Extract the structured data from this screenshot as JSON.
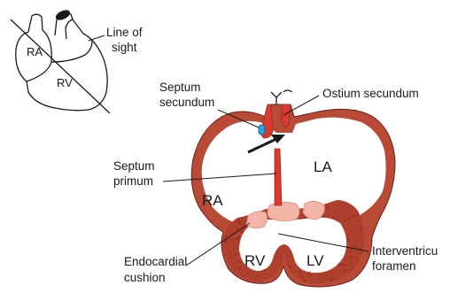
{
  "colors": {
    "wall": "#b94a36",
    "wall_dark": "#8f2f22",
    "cushion": "#f3b5a8",
    "septum": "#d83a2e",
    "blue_marker": "#2aa6dc",
    "ink": "#1a1a1a"
  },
  "inset": {
    "label_ra": "RA",
    "label_rv": "RV",
    "line_of_sight_1": "Line of",
    "line_of_sight_2": "sight"
  },
  "labels": {
    "septum_secundum_1": "Septum",
    "septum_secundum_2": "secundum",
    "ostium_secundum": "Ostium secundum",
    "septum_primum_1": "Septum",
    "septum_primum_2": "primum",
    "la": "LA",
    "ra": "RA",
    "rv": "RV",
    "lv": "LV",
    "endocardial_1": "Endocardial",
    "endocardial_2": "cushion",
    "interventricular_1": "Interventricu",
    "interventricular_2": "foramen"
  }
}
